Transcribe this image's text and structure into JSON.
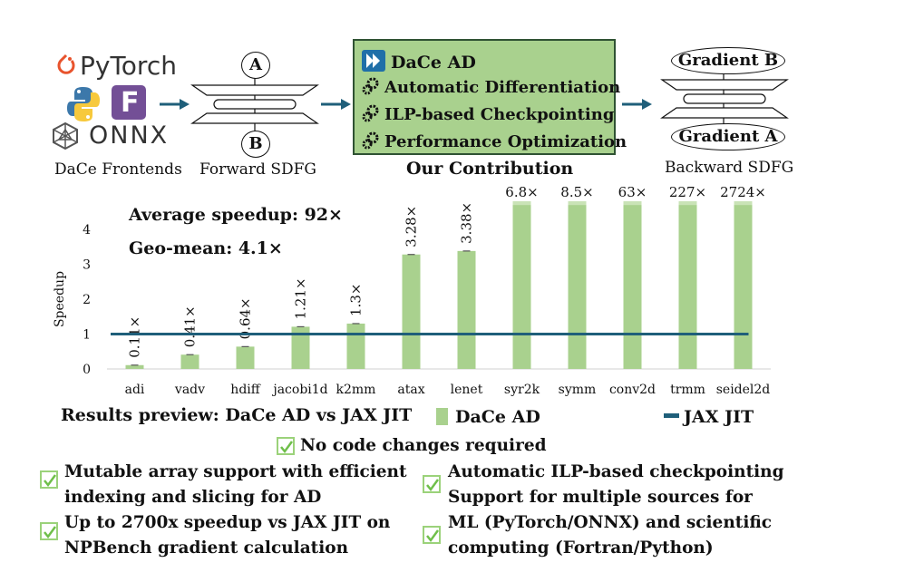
{
  "frontends": {
    "pytorch": "PyTorch",
    "onnx": "ONNX",
    "fortran_letter": "F",
    "caption": "DaCe Frontends"
  },
  "forward": {
    "top": "A",
    "bottom": "B",
    "caption": "Forward SDFG"
  },
  "contribution": {
    "items": [
      "DaCe AD",
      "Automatic Differentiation",
      "ILP-based Checkpointing",
      "Performance Optimization"
    ],
    "caption": "Our Contribution"
  },
  "backward": {
    "top": "Gradient B",
    "bottom": "Gradient A",
    "caption": "Backward SDFG"
  },
  "chart_data": {
    "type": "bar",
    "categories": [
      "adi",
      "vadv",
      "hdiff",
      "jacobi1d",
      "k2mm",
      "atax",
      "lenet",
      "syr2k",
      "symm",
      "conv2d",
      "trmm",
      "seidel2d"
    ],
    "series": [
      {
        "name": "DaCe AD",
        "values": [
          0.11,
          0.41,
          0.64,
          1.21,
          1.3,
          3.28,
          3.38,
          6.8,
          8.5,
          63,
          227,
          2724
        ]
      },
      {
        "name": "JAX JIT",
        "values": [
          1,
          1,
          1,
          1,
          1,
          1,
          1,
          1,
          1,
          1,
          1,
          1
        ]
      }
    ],
    "data_labels": [
      "0.11×",
      "0.41×",
      "0.64×",
      "1.21×",
      "1.3×",
      "3.28×",
      "3.38×",
      "6.8×",
      "8.5×",
      "63×",
      "227×",
      "2724×"
    ],
    "ylabel": "Speedup",
    "yticks": [
      0,
      1,
      2,
      3,
      4
    ],
    "ylim": [
      0,
      4.8
    ],
    "annotations": [
      "Average speedup: 92×",
      "Geo-mean: 4.1×"
    ],
    "bar_color": "#a9d18e",
    "line_color": "#1f5f7a"
  },
  "legend": {
    "title": "Results preview: DaCe AD vs JAX JIT",
    "dace": "DaCe AD",
    "jax": "JAX JIT"
  },
  "features": {
    "center": "No code changes required",
    "left": [
      [
        "Mutable array support with efficient",
        "indexing and slicing for AD"
      ],
      [
        "Up to 2700x speedup vs JAX JIT on",
        "NPBench gradient calculation"
      ]
    ],
    "right": [
      [
        "Automatic ILP-based checkpointing",
        "Support for multiple sources for"
      ],
      [
        "ML (PyTorch/ONNX) and scientific",
        "computing (Fortran/Python)"
      ]
    ]
  }
}
